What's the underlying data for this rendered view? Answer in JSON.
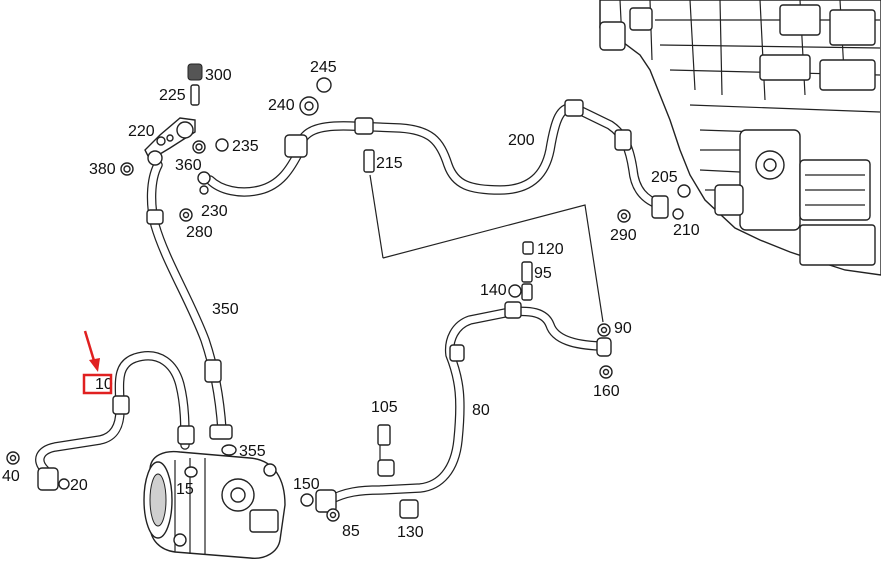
{
  "labels": {
    "p10": "10",
    "p15": "15",
    "p20": "20",
    "p40": "40",
    "p80": "80",
    "p85": "85",
    "p90": "90",
    "p95": "95",
    "p105": "105",
    "p120": "120",
    "p130": "130",
    "p140": "140",
    "p150": "150",
    "p160": "160",
    "p200": "200",
    "p205": "205",
    "p210": "210",
    "p215": "215",
    "p220": "220",
    "p225": "225",
    "p230": "230",
    "p235": "235",
    "p240": "240",
    "p245": "245",
    "p280": "280",
    "p290": "290",
    "p300": "300",
    "p350": "350",
    "p355": "355",
    "p360": "360",
    "p380": "380"
  },
  "highlight": {
    "part": "10",
    "box_color": "#e02020",
    "arrow_color": "#e02020"
  }
}
